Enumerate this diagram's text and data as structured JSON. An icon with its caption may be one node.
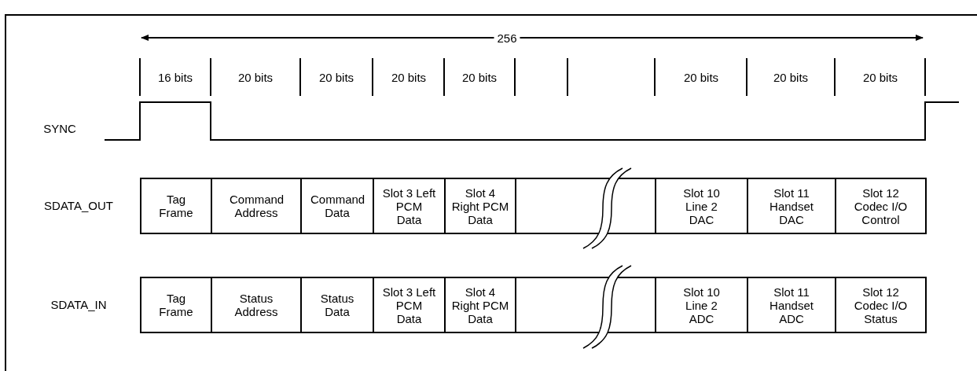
{
  "diagram": {
    "nodes": [
      {
        "text": [
          "Tag Frame"
        ]
      },
      {
        "text": [
          "Command Address"
        ]
      },
      {
        "text": [
          "Command Data"
        ]
      },
      {
        "text": [
          "Slot 3 Left PCM Data"
        ]
      },
      {
        "text": [
          "Slot 4 Right PCM Data"
        ]
      },
      {
        "text": [],
        "shape": "box"
      },
      {
        "text": [
          "Slot 10 Line 2 DAC"
        ]
      },
      {
        "text": [
          "Slot 11 Handset DAC"
        ]
      },
      {
        "text": [
          "Slot 12 Codec I/O Control"
        ]
      },
      {
        "text": [
          "Tag Frame"
        ]
      },
      {
        "text": [
          "Status Address"
        ]
      },
      {
        "text": [
          "Status Data"
        ]
      },
      {
        "text": [
          "Slot 3 Left PCM Data"
        ]
      },
      {
        "text": [
          "Slot 4 Right PCM Data"
        ]
      },
      {
        "text": [],
        "shape": "box"
      },
      {
        "text": [
          "Slot 10 Line 2 ADC"
        ]
      },
      {
        "text": [
          "Slot 11 Handset ADC"
        ]
      },
      {
        "text": [
          "Slot 12 Codec I/O Status"
        ]
      }
    ],
    "edges": [],
    "labels": [
      "256",
      "16 bits",
      "20 bits",
      "20 bits",
      "20 bits",
      "20 bits",
      "20 bits",
      "20 bits",
      "20 bits",
      "SYNC",
      "SDATA_OUT",
      "SDATA_IN"
    ]
  }
}
